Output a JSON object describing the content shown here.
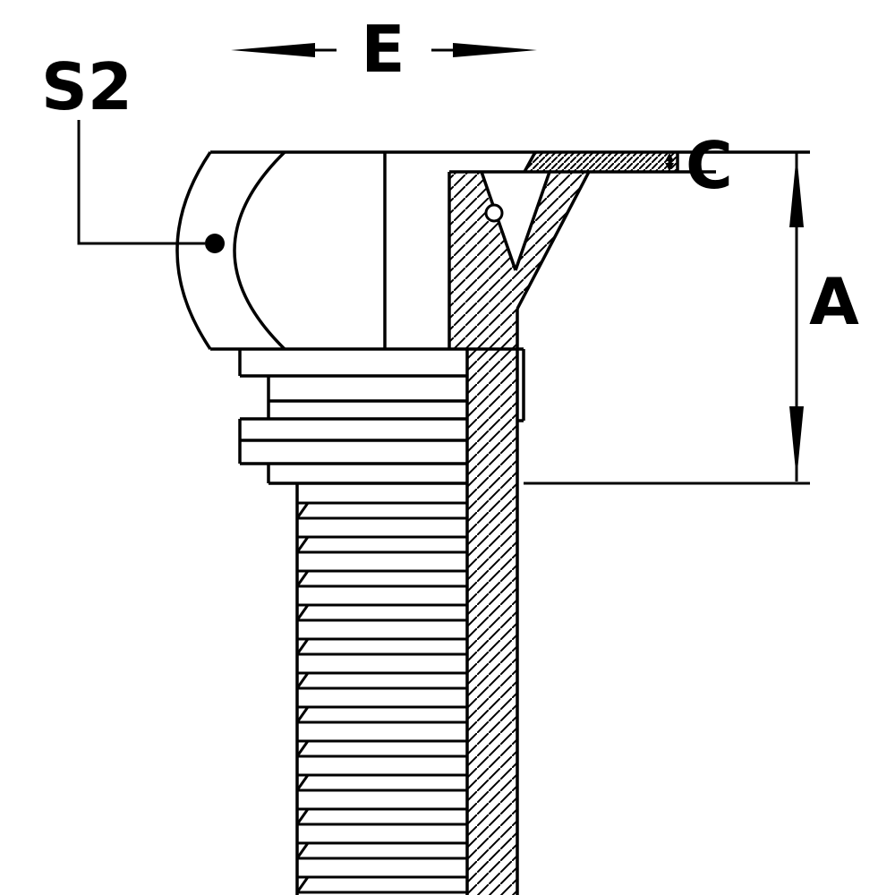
{
  "colors": {
    "background": "#ffffff",
    "line": "#000000",
    "text": "#000000"
  },
  "labels": {
    "dimension_e": "E",
    "dimension_s2": "S2",
    "dimension_a": "A",
    "dimension_c": "C"
  }
}
